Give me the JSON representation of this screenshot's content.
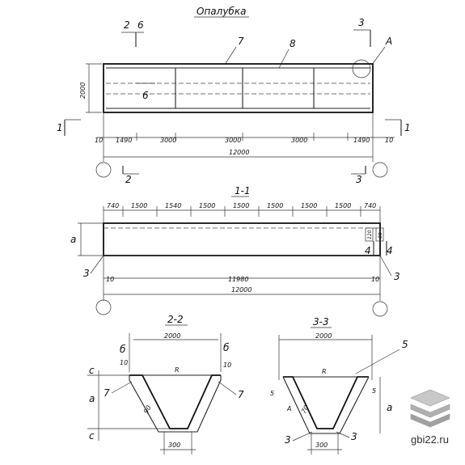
{
  "title": "Опалубка",
  "plan": {
    "markers": {
      "sec2_top": "2",
      "sec6_top": "6",
      "sec3_top": "3",
      "sec2_bot": "2",
      "sec3_bot": "3",
      "sec1_left": "1",
      "sec1_right": "1",
      "inner6": "6",
      "callout7": "7",
      "callout8": "8",
      "calloutA": "А"
    },
    "height_dim": "2000",
    "dims": [
      "10",
      "1490",
      "3000",
      "3000",
      "3000",
      "1490",
      "10"
    ],
    "total": "12000"
  },
  "section_1_1": {
    "title": "1-1",
    "top_dims": [
      "740",
      "1500",
      "1540",
      "1500",
      "1500",
      "1500",
      "1500",
      "1500",
      "740"
    ],
    "left_label": "а",
    "right_small": [
      "120",
      "80"
    ],
    "sec4_left": "4",
    "sec4_right": "4",
    "sec3_left": "3",
    "sec3_right": "3",
    "dim_10_left": "10",
    "dim_10_right": "10",
    "inner_length": "11980",
    "total": "12000"
  },
  "section_2_2": {
    "title": "2-2",
    "top_width": "2000",
    "labels": {
      "b_left": "б",
      "b_right": "б",
      "d10_left": "10",
      "d10_right": "10",
      "c_top": "с",
      "a_side": "а",
      "c_bottom": "с",
      "r_mark": "R",
      "d90": "90",
      "m7_left": "7",
      "m7_right": "7"
    },
    "bottom_width": "300"
  },
  "section_3_3": {
    "title": "3-3",
    "top_width": "2000",
    "labels": {
      "m5": "5",
      "r_mark": "R",
      "s_left": "5",
      "s_right": "5",
      "a_side": "а",
      "d70": "70",
      "calloutA": "А",
      "m3_left": "3",
      "m3_right": "3"
    },
    "bottom_width": "300"
  },
  "watermark": "gbi22.ru"
}
